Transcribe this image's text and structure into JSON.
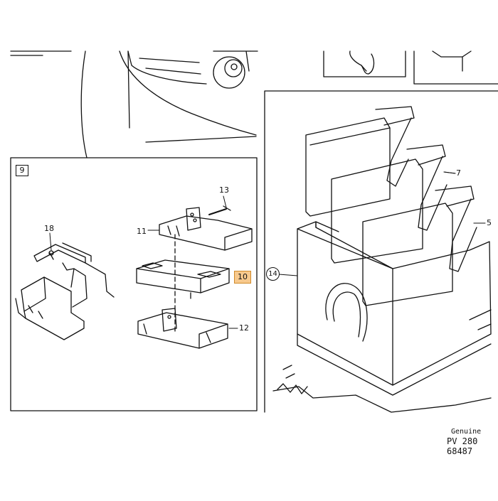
{
  "callouts": {
    "panel_number": "9",
    "part_13": "13",
    "part_18": "18",
    "part_11": "11",
    "part_10": "10",
    "part_12": "12",
    "part_7": "7",
    "part_5": "5",
    "part_14": "14"
  },
  "highlight_color": "#f7c98d",
  "footer": {
    "genuine": "Genuine",
    "part_number": "PV 280 68487"
  }
}
